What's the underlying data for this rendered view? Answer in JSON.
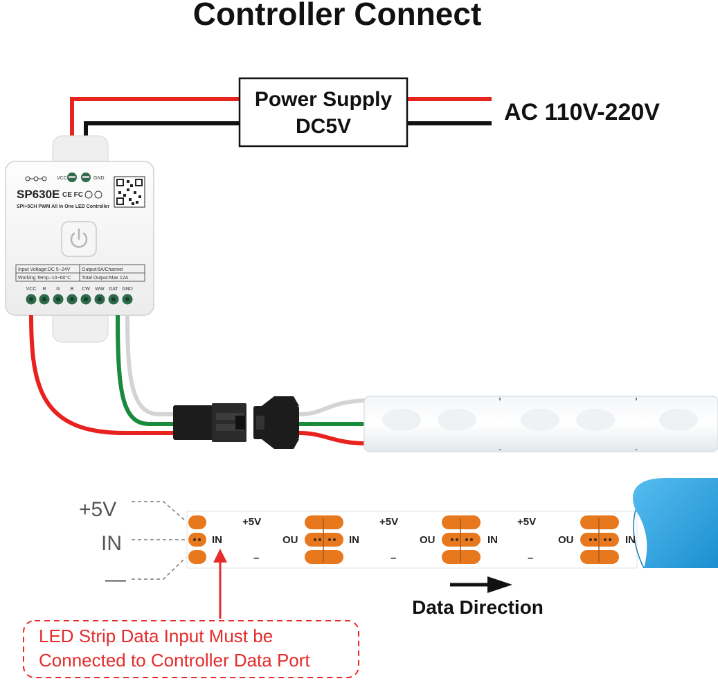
{
  "title": "Controller Connect",
  "power_supply": {
    "line1": "Power Supply",
    "line2": "DC5V"
  },
  "ac_input": "AC 110V-220V",
  "controller": {
    "model": "SP630E",
    "cert_marks": "CE FC",
    "subtitle": "SPI+5CH PWM All In One LED Controller",
    "top_pin_vcc": "VCC",
    "top_pin_gnd": "GND",
    "specs": [
      "Input Voltage:DC 5~24V",
      "Output:6A/Channel",
      "Working Temp.-10~60°C",
      "Total Output:Max 12A"
    ],
    "pins": [
      "VCC",
      "R",
      "G",
      "B",
      "CW",
      "WW",
      "DAT",
      "GND"
    ]
  },
  "strip_pads": {
    "plus": "+5V",
    "minus": "–",
    "out": "OU",
    "in": "IN"
  },
  "side_labels": {
    "plus": "+5V",
    "in": "IN",
    "minus": "—"
  },
  "data_direction": "Data Direction",
  "note": {
    "line1": "LED Strip Data Input Must be",
    "line2": "Connected to Controller Data Port"
  },
  "colors": {
    "red_wire": "#e8231f",
    "black_wire": "#111111",
    "green_wire": "#1a8a3c",
    "white_wire": "#d9d9d9",
    "pad_orange": "#e8781e",
    "note_red": "#e52b2b",
    "tape_blue": "#2fa4e0"
  }
}
